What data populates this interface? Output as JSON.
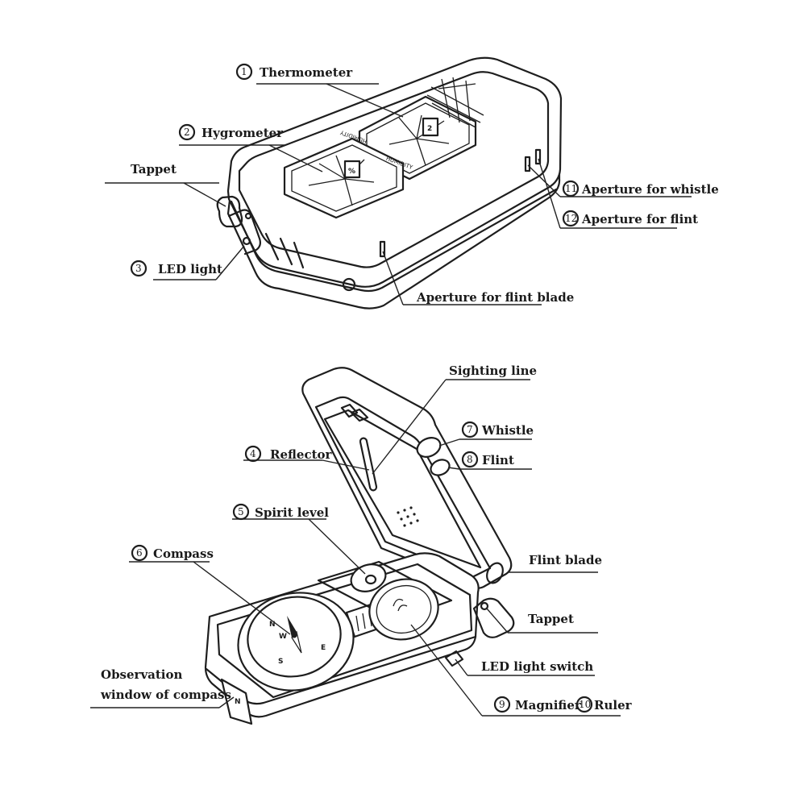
{
  "callouts": [
    {
      "id": "thermometer",
      "number": "1",
      "label": "Thermometer"
    },
    {
      "id": "hygrometer",
      "number": "2",
      "label": "Hygrometer"
    },
    {
      "id": "tappet-top",
      "number": "",
      "label": "Tappet"
    },
    {
      "id": "led-light",
      "number": "3",
      "label": "LED light"
    },
    {
      "id": "aperture-whistle",
      "number": "11",
      "label": "Aperture for whistle"
    },
    {
      "id": "aperture-flint",
      "number": "12",
      "label": "Aperture for flint"
    },
    {
      "id": "aperture-flint-blade",
      "number": "",
      "label": "Aperture for flint blade"
    },
    {
      "id": "sighting-line",
      "number": "",
      "label": "Sighting line"
    },
    {
      "id": "reflector",
      "number": "4",
      "label": "Reflector"
    },
    {
      "id": "whistle",
      "number": "7",
      "label": "Whistle"
    },
    {
      "id": "flint",
      "number": "8",
      "label": "Flint"
    },
    {
      "id": "spirit-level",
      "number": "5",
      "label": "Spirit level"
    },
    {
      "id": "compass",
      "number": "6",
      "label": "Compass"
    },
    {
      "id": "flint-blade",
      "number": "",
      "label": "Flint blade"
    },
    {
      "id": "tappet-bottom",
      "number": "",
      "label": "Tappet"
    },
    {
      "id": "led-light-switch",
      "number": "",
      "label": "LED light switch"
    },
    {
      "id": "magnifier",
      "number": "9",
      "label": "Magnifier"
    },
    {
      "id": "ruler",
      "number": "10",
      "label": "Ruler"
    }
  ],
  "observation": {
    "line1": "Observation",
    "line2": "window of compass"
  },
  "dial_text": {
    "thermo_value": "2",
    "hygro_value": "%",
    "thermo_marking": "HUMIDITY",
    "hygro_marking": "HUMIDITY",
    "compass_n": "N",
    "compass_e": "E",
    "compass_s": "S",
    "compass_w": "W",
    "window_n": "N"
  }
}
